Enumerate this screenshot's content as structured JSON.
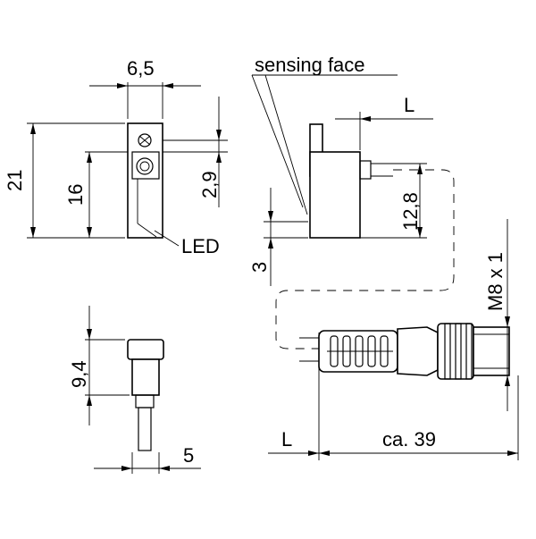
{
  "labels": {
    "sensing_face": "sensing face",
    "led": "LED",
    "thread": "M8 x 1"
  },
  "dimensions": {
    "width_6_5": "6,5",
    "height_21": "21",
    "height_16": "16",
    "offset_2_9": "2,9",
    "l_top": "L",
    "height_12_8": "12,8",
    "offset_3": "3",
    "height_9_4": "9,4",
    "width_5": "5",
    "l_bottom": "L",
    "length_39": "ca.  39"
  }
}
